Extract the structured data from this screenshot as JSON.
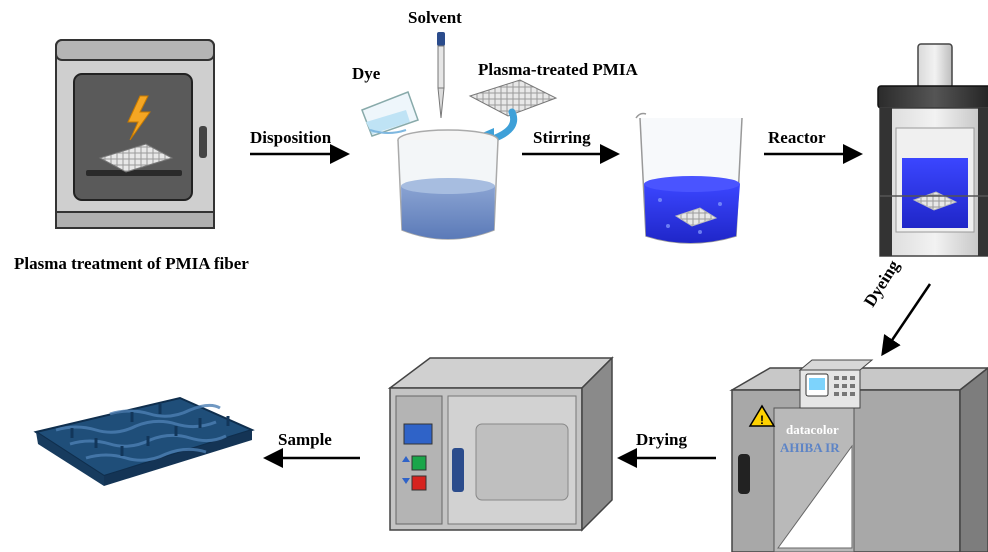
{
  "steps": {
    "plasma_treatment": "Plasma treatment of PMIA fiber",
    "solvent": "Solvent",
    "dye": "Dye",
    "plasma_treated": "Plasma-treated PMIA",
    "disposition": "Disposition",
    "stirring": "Stirring",
    "reactor": "Reactor",
    "dyeing": "Dyeing",
    "drying": "Drying",
    "sample": "Sample"
  },
  "machine": {
    "brand": "datacolor",
    "model": "AHIBA IR"
  },
  "icons": [
    "plasma-chamber-icon",
    "lightning-icon",
    "dropper-icon",
    "beaker-icon",
    "reactor-icon",
    "dyeing-machine-icon",
    "drying-oven-icon",
    "fabric-sample-icon",
    "warning-icon"
  ],
  "colors": {
    "dye_blue": "#2a34e8",
    "solution_blue": "#6f8fc4",
    "fabric_blue": "#1f4e79",
    "bolt_orange": "#f5a623"
  }
}
